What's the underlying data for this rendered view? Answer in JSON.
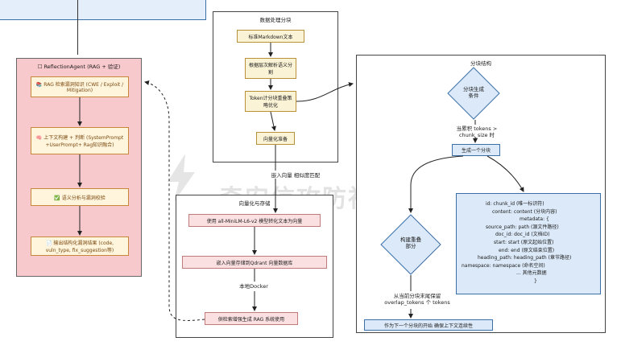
{
  "watermark": "奇安信攻防社区",
  "reflection": {
    "title": "ReflectionAgent (RAG + 验证)",
    "steps": [
      {
        "icon": "📚",
        "text": "RAG 检索漏洞知识 (CWE / Exploit / Mitigation)"
      },
      {
        "icon": "🧠",
        "text": "上下文构建 + 判断 (SystemPrompt +UserPrompt+ Rag知识融合)"
      },
      {
        "icon": "✅",
        "text": "语义分析与漏洞校验"
      },
      {
        "icon": "📄",
        "text": "输出结构化漏洞结果 (code, vuln_type, fix_suggestion等)"
      }
    ]
  },
  "processing": {
    "title": "数据处理分块",
    "nodes": [
      "标准Markdown文本",
      "根据层次解析语义分割",
      "Token计分块重叠策略优化",
      "向量化准备"
    ],
    "edge_label": "嵌入向量 相似度匹配"
  },
  "vectorize": {
    "title": "向量化与存储",
    "nodes": [
      "使用 all-MiniLM-L6-v2 模型转化文本为向量",
      "嵌入向量存储到Qdrant 向量数据库",
      "供检索增强生成 RAG 系统使用"
    ],
    "edge_label": "本地Docker"
  },
  "chunk": {
    "title": "分块结构",
    "decision1": "分块生成条件",
    "cond_label": "当累积 tokens > chunk_size 时",
    "make_chunk": "生成一个分块",
    "decision2": "构建重叠部分",
    "overlap_label": "从当前分块末尾保留 overlap_tokens 个 tokens",
    "next_label": "作为下一个分块的开始 确保上下文连续性",
    "fields": [
      "id: chunk_id (唯一标识符)",
      "content: content (分块内容)",
      "metadata: {",
      "source_path: path (源文件路径)",
      "doc_id: doc_id (文档ID)",
      "start: start (原文起始位置)",
      "end: end (原文结束位置)",
      "heading_path: heading_path (章节路径)",
      "namespace: namespace (命名空间)",
      "... 其他元数据",
      "}"
    ]
  }
}
